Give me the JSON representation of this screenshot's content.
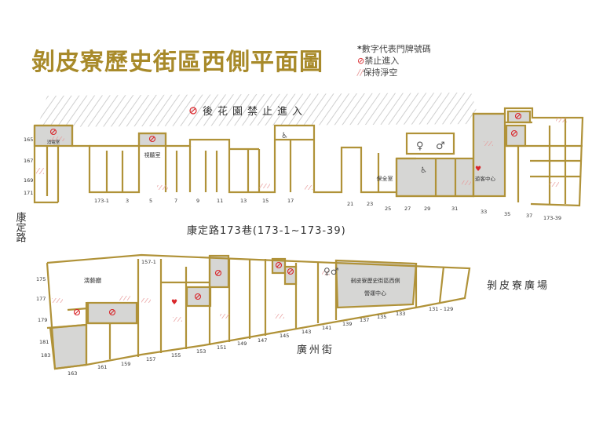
{
  "title": "剝皮寮歷史街區西側平面圖",
  "legend": {
    "items": [
      {
        "symbol": "*",
        "text": "數字代表門牌號碼"
      },
      {
        "symbol": "⊘",
        "text": "禁止進入"
      },
      {
        "symbol": "//",
        "text": "保持淨空"
      }
    ]
  },
  "colors": {
    "gold": "#b09238",
    "gray": "#d6d6d4",
    "red": "#d9262b"
  },
  "streets": {
    "backyard": "後花園禁止進入",
    "kangding_lane": "康定路173巷(173-1~173-39)",
    "kangding_road": "康定路",
    "guangzhou": "廣州街",
    "plaza": "剝皮寮廣場"
  },
  "rooms": {
    "control": "消電室",
    "av_room": "視聽室",
    "security": "保全室",
    "visitor_center": "遊客中心",
    "performance_hall": "演藝廳",
    "ops_center_1": "剝皮寮歷史街區西側",
    "ops_center_2": "營運中心"
  },
  "north_numbers": [
    "165",
    "167",
    "169",
    "171",
    "173-1",
    "3",
    "5",
    "7",
    "9",
    "11",
    "13",
    "15",
    "17",
    "21",
    "23",
    "25",
    "27",
    "29",
    "31",
    "33",
    "35",
    "37",
    "173-39"
  ],
  "south_numbers": [
    "175",
    "177",
    "179",
    "181",
    "183",
    "163",
    "161",
    "159",
    "157",
    "157-1",
    "155",
    "153",
    "151",
    "149",
    "147",
    "145",
    "143",
    "141",
    "139",
    "137",
    "135",
    "133",
    "131 - 129"
  ]
}
